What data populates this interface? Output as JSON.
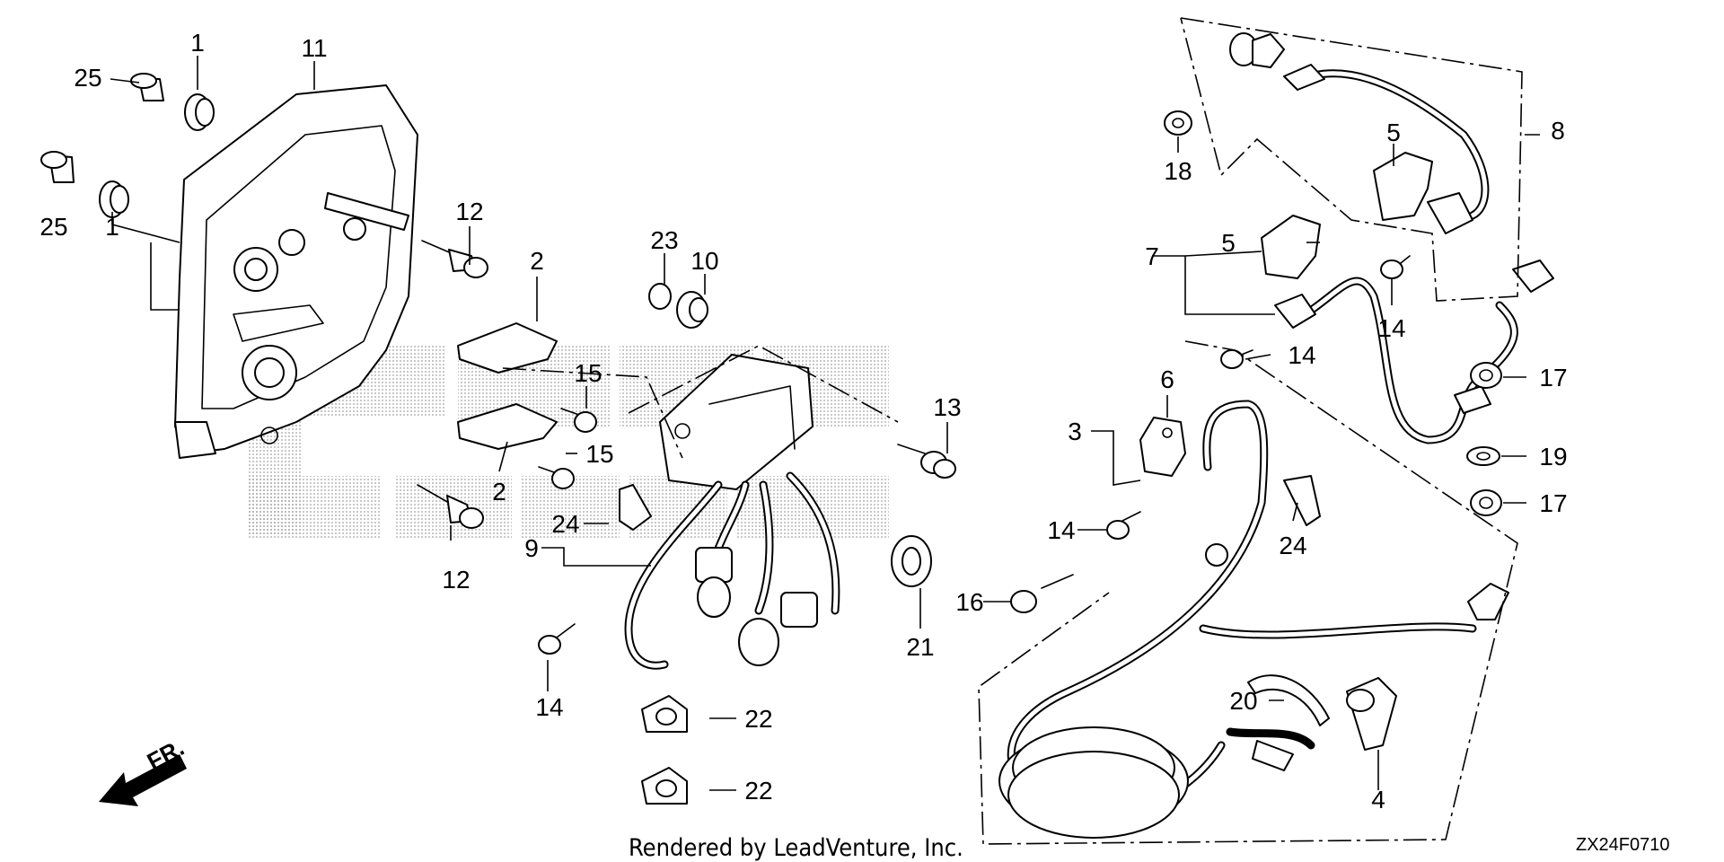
{
  "callouts": {
    "c1a": "1",
    "c1b": "1",
    "c2a": "2",
    "c2b": "2",
    "c3": "3",
    "c4": "4",
    "c5a": "5",
    "c5b": "5",
    "c6": "6",
    "c7": "7",
    "c8": "8",
    "c9": "9",
    "c10": "10",
    "c11": "11",
    "c12a": "12",
    "c12b": "12",
    "c13": "13",
    "c14a": "14",
    "c14b": "14",
    "c14c": "14",
    "c14d": "14",
    "c15a": "15",
    "c15b": "15",
    "c16": "16",
    "c17a": "17",
    "c17b": "17",
    "c18": "18",
    "c19": "19",
    "c20": "20",
    "c21": "21",
    "c22a": "22",
    "c22b": "22",
    "c23": "23",
    "c24a": "24",
    "c24b": "24",
    "c25a": "25",
    "c25b": "25"
  },
  "direction_label": "FR.",
  "footer_credit": "Rendered by LeadVenture, Inc.",
  "diagram_code": "ZX24F0710",
  "watermark_color": "#9a9a9a"
}
